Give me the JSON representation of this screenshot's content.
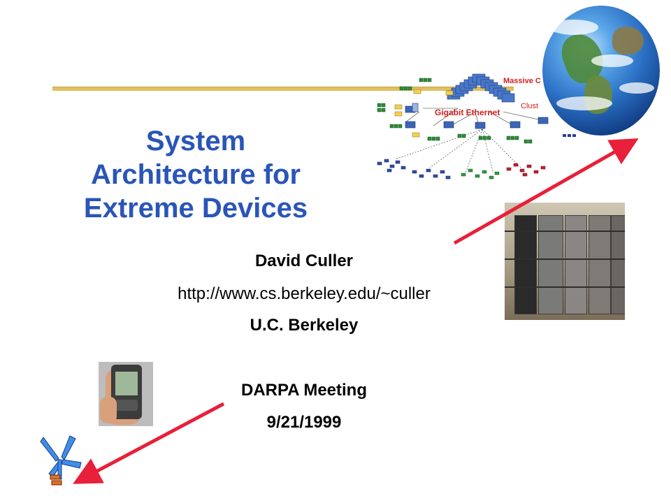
{
  "slide": {
    "title_lines": [
      "System",
      "Architecture for",
      "Extreme Devices"
    ],
    "author": "David Culler",
    "url": "http://www.cs.berkeley.edu/~culler",
    "affiliation": "U.C. Berkeley",
    "event": "DARPA Meeting",
    "date": "9/21/1999"
  },
  "network_diagram": {
    "label_massive": "Massive C",
    "label_cluster": "Clust",
    "label_ethernet": "Gigabit Ethernet"
  },
  "colors": {
    "title": "#2a55b8",
    "rule": "#e0c060",
    "arrow": "#e8203a",
    "diagram_label": "#d02020"
  },
  "icons": [
    "globe-photo",
    "server-rack-photo",
    "palm-pilot-photo",
    "windmill-icon"
  ]
}
